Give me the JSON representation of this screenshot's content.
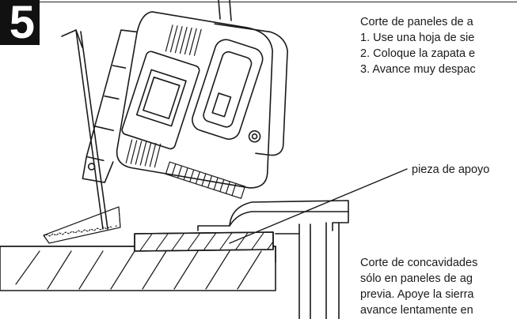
{
  "step": {
    "number": "5"
  },
  "instructions": {
    "heading": "Corte de paneles de a",
    "steps": [
      "1. Use una hoja de sie",
      "2. Coloque la zapata e",
      "3. Avance muy despac"
    ]
  },
  "callout": {
    "label": "pieza de apoyo"
  },
  "concavities": {
    "lines": [
      "Corte de concavidades",
      "sólo en paneles de ag",
      "previa. Apoye la sierra",
      "avance lentamente en"
    ]
  }
}
